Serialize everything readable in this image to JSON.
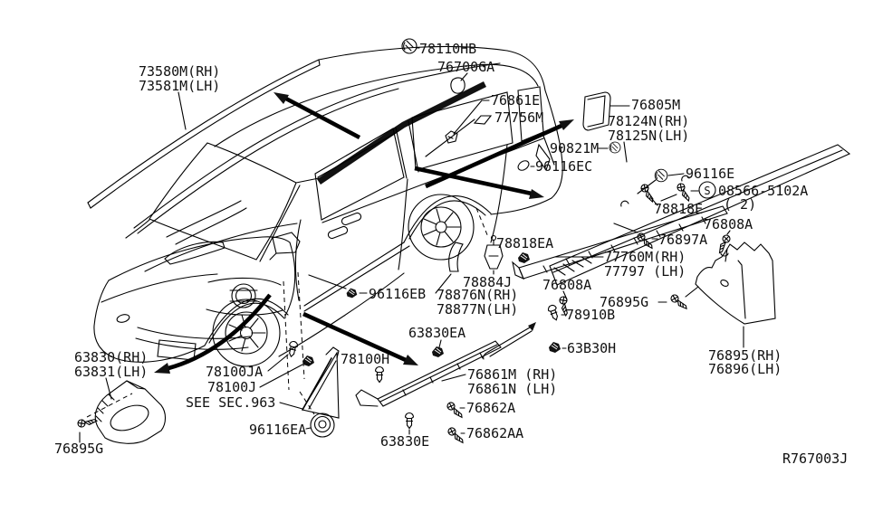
{
  "diagram": {
    "drawing_code": "R767003J",
    "section_note": "SEE SEC.963"
  },
  "colors": {
    "ink": "#000000",
    "paper": "#ffffff"
  },
  "icons": {
    "s_mark": "S"
  },
  "labels": [
    {
      "text": "73580M(RH)"
    },
    {
      "text": "73581M(LH)"
    },
    {
      "text": "78110HB"
    },
    {
      "text": "76700GA"
    },
    {
      "text": "76861E"
    },
    {
      "text": "77756M"
    },
    {
      "text": "76805M"
    },
    {
      "text": "78124N(RH)"
    },
    {
      "text": "78125N(LH)"
    },
    {
      "text": "90821M"
    },
    {
      "text": "96116EC"
    },
    {
      "text": "96116E"
    },
    {
      "text": "08566-5102A"
    },
    {
      "text": "( 2)"
    },
    {
      "text": "78818E"
    },
    {
      "text": "76808A"
    },
    {
      "text": "76897A"
    },
    {
      "text": "77760M(RH)"
    },
    {
      "text": "77797 (LH)"
    },
    {
      "text": "78818EA"
    },
    {
      "text": "78884J"
    },
    {
      "text": "78876N(RH)"
    },
    {
      "text": "78877N(LH)"
    },
    {
      "text": "96116EB"
    },
    {
      "text": "76808A"
    },
    {
      "text": "76895G"
    },
    {
      "text": "78910B"
    },
    {
      "text": "63830EA"
    },
    {
      "text": "63B30H"
    },
    {
      "text": "76895(RH)"
    },
    {
      "text": "76896(LH)"
    },
    {
      "text": "63830(RH)"
    },
    {
      "text": "63831(LH)"
    },
    {
      "text": "78100JA"
    },
    {
      "text": "78100J"
    },
    {
      "text": "SEE SEC.963"
    },
    {
      "text": "96116EA"
    },
    {
      "text": "78100H"
    },
    {
      "text": "76861M (RH)"
    },
    {
      "text": "76861N (LH)"
    },
    {
      "text": "76862A"
    },
    {
      "text": "76862AA"
    },
    {
      "text": "63830E"
    },
    {
      "text": "76895G"
    },
    {
      "text": "R767003J"
    }
  ]
}
